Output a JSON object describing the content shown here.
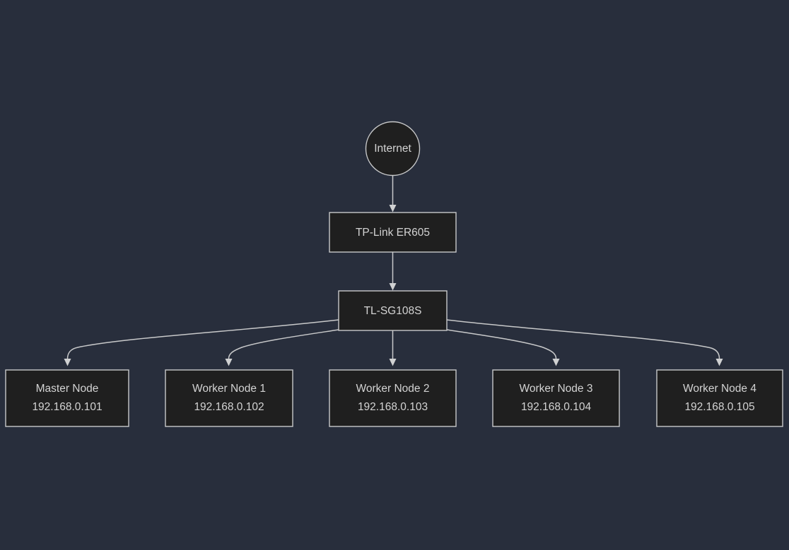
{
  "diagram": {
    "type": "network-topology-flowchart",
    "orientation": "top-down",
    "background_color": "#282e3c",
    "node_fill_color": "#1f1f1f",
    "node_border_color": "#c8c9ca",
    "text_color": "#d3d3d3",
    "edge_color": "#c8c9ca",
    "nodes": {
      "internet": {
        "label": "Internet",
        "shape": "circle"
      },
      "router": {
        "label": "TP-Link ER605",
        "shape": "rectangle"
      },
      "switch": {
        "label": "TL-SG108S",
        "shape": "rectangle"
      },
      "master": {
        "name": "Master Node",
        "ip": "192.168.0.101",
        "shape": "rectangle"
      },
      "worker1": {
        "name": "Worker Node 1",
        "ip": "192.168.0.102",
        "shape": "rectangle"
      },
      "worker2": {
        "name": "Worker Node 2",
        "ip": "192.168.0.103",
        "shape": "rectangle"
      },
      "worker3": {
        "name": "Worker Node 3",
        "ip": "192.168.0.104",
        "shape": "rectangle"
      },
      "worker4": {
        "name": "Worker Node 4",
        "ip": "192.168.0.105",
        "shape": "rectangle"
      }
    },
    "edges": [
      {
        "from": "internet",
        "to": "router"
      },
      {
        "from": "router",
        "to": "switch"
      },
      {
        "from": "switch",
        "to": "master"
      },
      {
        "from": "switch",
        "to": "worker1"
      },
      {
        "from": "switch",
        "to": "worker2"
      },
      {
        "from": "switch",
        "to": "worker3"
      },
      {
        "from": "switch",
        "to": "worker4"
      }
    ]
  }
}
